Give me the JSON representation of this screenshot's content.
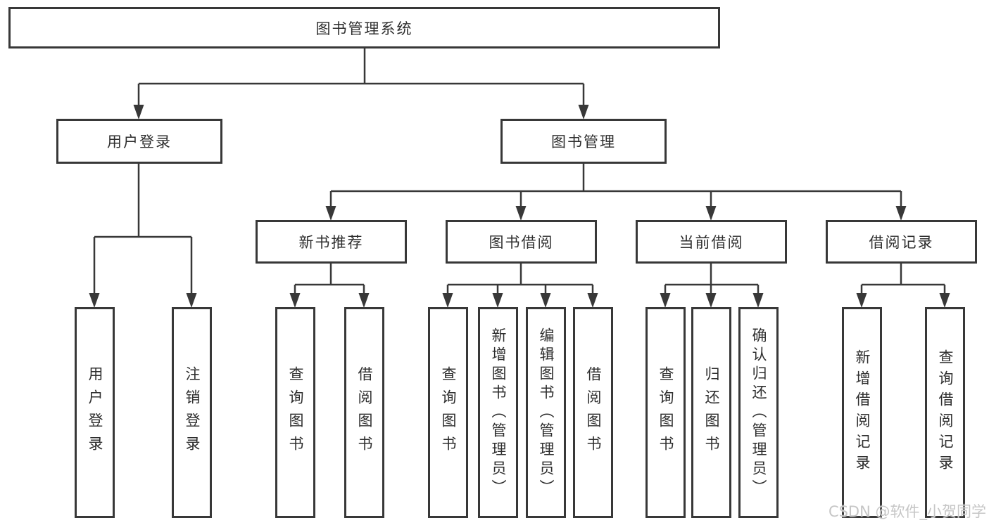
{
  "tree": {
    "root": {
      "label": "图书管理系统",
      "children": [
        {
          "label": "用户登录",
          "children": [
            {
              "label": "用户登录"
            },
            {
              "label": "注销登录"
            }
          ]
        },
        {
          "label": "图书管理",
          "children": [
            {
              "label": "新书推荐",
              "children": [
                {
                  "label": "查询图书"
                },
                {
                  "label": "借阅图书"
                }
              ]
            },
            {
              "label": "图书借阅",
              "children": [
                {
                  "label": "查询图书"
                },
                {
                  "label": "新增图书（管理员）"
                },
                {
                  "label": "编辑图书（管理员）"
                },
                {
                  "label": "借阅图书"
                }
              ]
            },
            {
              "label": "当前借阅",
              "children": [
                {
                  "label": "查询图书"
                },
                {
                  "label": "归还图书"
                },
                {
                  "label": "确认归还（管理员）"
                }
              ]
            },
            {
              "label": "借阅记录",
              "children": [
                {
                  "label": "新增借阅记录"
                },
                {
                  "label": "查询借阅记录"
                }
              ]
            }
          ]
        }
      ]
    }
  },
  "watermark": {
    "text": "CSDN @软件_小贺同学"
  },
  "colors": {
    "line": "#383838",
    "box_border": "#383838",
    "text": "#2e2e2e",
    "background": "#ffffff",
    "watermark": "#c6c6c6"
  }
}
